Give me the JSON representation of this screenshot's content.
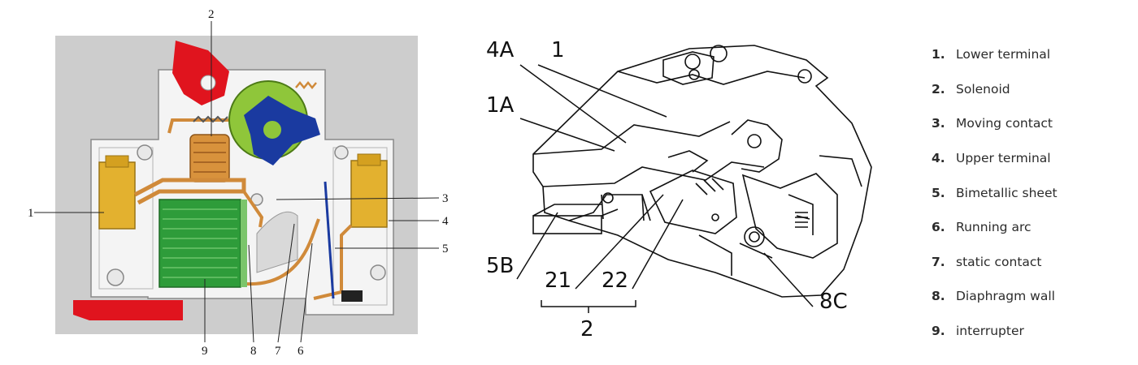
{
  "left_callouts": [
    "1",
    "2",
    "3",
    "4",
    "5",
    "6",
    "7",
    "8",
    "9"
  ],
  "right_callouts": [
    "4A",
    "1",
    "1A",
    "5B",
    "21",
    "22",
    "8C",
    "2"
  ],
  "legend": [
    {
      "num": "1.",
      "label": "Lower terminal"
    },
    {
      "num": "2.",
      "label": "Solenoid"
    },
    {
      "num": "3.",
      "label": "Moving contact"
    },
    {
      "num": "4.",
      "label": "Upper terminal"
    },
    {
      "num": "5.",
      "label": "Bimetallic sheet"
    },
    {
      "num": "6.",
      "label": "Running arc"
    },
    {
      "num": "7.",
      "label": "static contact"
    },
    {
      "num": "8.",
      "label": "Diaphragm wall"
    },
    {
      "num": "9.",
      "label": "interrupter"
    }
  ],
  "colors": {
    "panel_bg": "#cfcfcf",
    "body": "#f2f2f2",
    "copper": "#d08a3a",
    "brass": "#e0b030",
    "red": "#e0141e",
    "blue": "#1a3aa0",
    "green_gear": "#8fc63a",
    "arc_green": "#4cae3a"
  }
}
